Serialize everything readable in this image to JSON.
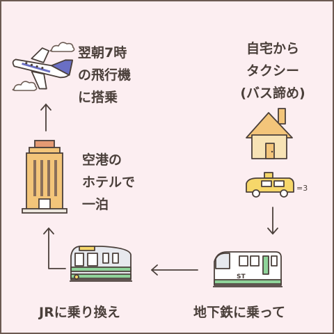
{
  "steps": {
    "home": "自宅から\nタクシー\n(バス諦め)",
    "subway": "地下鉄に乗って",
    "jr": "JRに乗り換え",
    "hotel": "空港の\nホテルで\n一泊",
    "flight": "翌朝7時\nの飛行機\nに搭乗"
  },
  "taxi_sfx": "=3",
  "subway_car_mark": "ST",
  "colors": {
    "background": "#fceef1",
    "ink": "#4a3f3a",
    "house": "#f7e3b5",
    "taxi": "#f6d76a",
    "plane_accent": "#6a6fc4",
    "train_green": "#8fd49a",
    "hotel": "#f3c57a"
  }
}
